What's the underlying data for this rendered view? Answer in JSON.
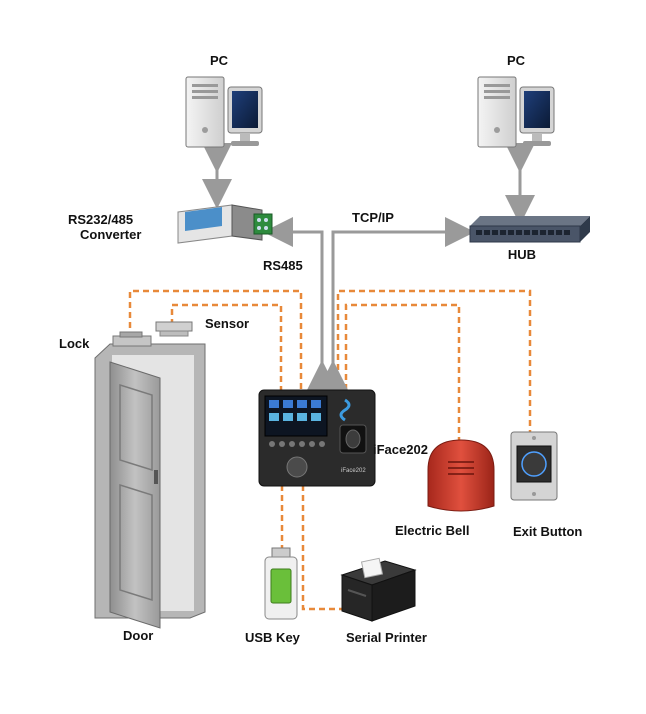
{
  "labels": {
    "pc_left": "PC",
    "pc_right": "PC",
    "converter_line1": "RS232/485",
    "converter_line2": "Converter",
    "tcpip": "TCP/IP",
    "hub": "HUB",
    "rs485": "RS485",
    "lock": "Lock",
    "sensor": "Sensor",
    "device": "iFace202",
    "bell": "Electric Bell",
    "exit": "Exit Button",
    "door": "Door",
    "usb": "USB Key",
    "printer": "Serial Printer"
  },
  "device_brand": "iFace202",
  "colors": {
    "dashed_wire": "#e8893a",
    "arrow": "#9a9a9a",
    "door": "#a9a9a9",
    "bell": "#c0392b",
    "hub": "#4a5568"
  }
}
